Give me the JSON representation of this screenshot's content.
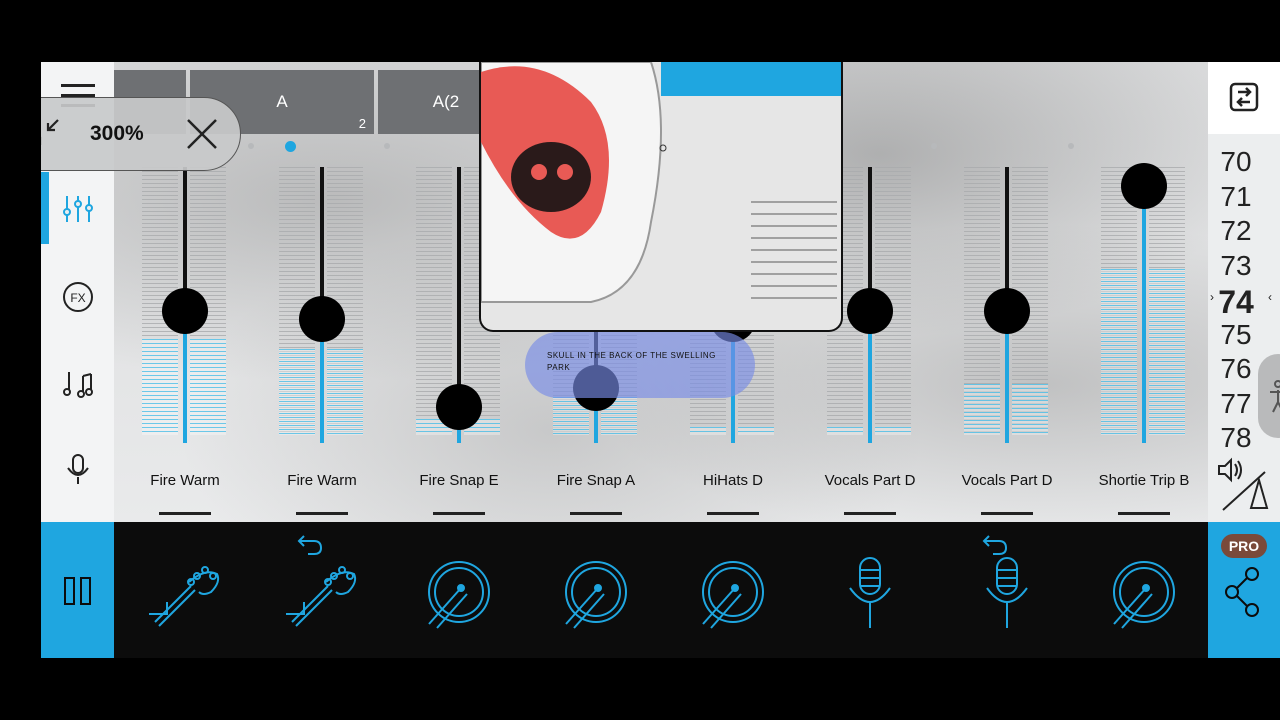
{
  "app": {
    "zoom": "300%",
    "tabs": [
      {
        "label": "",
        "sub": ""
      },
      {
        "label": "A",
        "sub": "2"
      },
      {
        "label": "A(2",
        "sub": ""
      }
    ],
    "tempo": {
      "values": [
        "70",
        "71",
        "72",
        "73",
        "74",
        "75",
        "76",
        "77",
        "78"
      ],
      "current": "74"
    },
    "pro_label": "PRO",
    "overlay_text": "SKULL IN THE BACK OF THE SWELLING PARK",
    "accent_color": "#1fa6e0"
  },
  "channels": [
    {
      "name": "Fire Warm",
      "level": 0.36,
      "fader": 0.48,
      "instrument": "bass-guitar",
      "undo": false
    },
    {
      "name": "Fire Warm",
      "level": 0.32,
      "fader": 0.45,
      "instrument": "bass-guitar",
      "undo": true
    },
    {
      "name": "Fire Snap E",
      "level": 0.06,
      "fader": 0.13,
      "instrument": "drum",
      "undo": false
    },
    {
      "name": "Fire Snap A",
      "level": 0.14,
      "fader": 0.2,
      "instrument": "drum",
      "undo": false
    },
    {
      "name": "HiHats D",
      "level": 0.03,
      "fader": 0.45,
      "instrument": "drum",
      "undo": false
    },
    {
      "name": "Vocals Part D",
      "level": 0.03,
      "fader": 0.48,
      "instrument": "microphone",
      "undo": false
    },
    {
      "name": "Vocals Part D",
      "level": 0.19,
      "fader": 0.48,
      "instrument": "microphone",
      "undo": true
    },
    {
      "name": "Shortie Trip B",
      "level": 0.62,
      "fader": 0.93,
      "instrument": "drum",
      "undo": false
    }
  ]
}
